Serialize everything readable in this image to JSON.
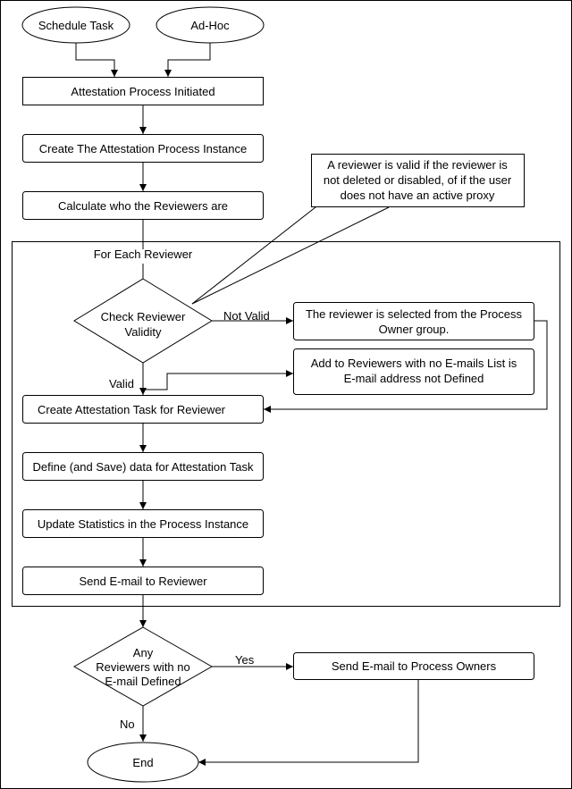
{
  "nodes": {
    "schedule_task": "Schedule Task",
    "ad_hoc": "Ad-Hoc",
    "initiated": "Attestation Process Initiated",
    "create_instance": "Create The Attestation Process Instance",
    "calculate_reviewers": "Calculate who the Reviewers are",
    "check_validity": [
      "Check Reviewer",
      "Validity"
    ],
    "reviewer_from_owner": [
      "The reviewer is selected from the Process",
      "Owner group."
    ],
    "add_no_email": [
      "Add to Reviewers with no E-mails List is",
      "E-mail address not Defined"
    ],
    "create_task": "Create Attestation Task for Reviewer",
    "define_save": "Define (and Save) data for Attestation Task",
    "update_stats": "Update Statistics in the Process Instance",
    "send_email_reviewer": "Send E-mail to Reviewer",
    "any_reviewers": [
      "Any",
      "Reviewers with no",
      "E-mail Defined"
    ],
    "send_email_owners": "Send E-mail to Process Owners",
    "end": "End"
  },
  "note": [
    "A reviewer is valid if the reviewer is",
    "not deleted or disabled, of if the user",
    "does not have an active proxy"
  ],
  "loop_label": "For Each Reviewer",
  "edge_labels": {
    "not_valid": "Not Valid",
    "valid": "Valid",
    "yes": "Yes",
    "no": "No"
  }
}
